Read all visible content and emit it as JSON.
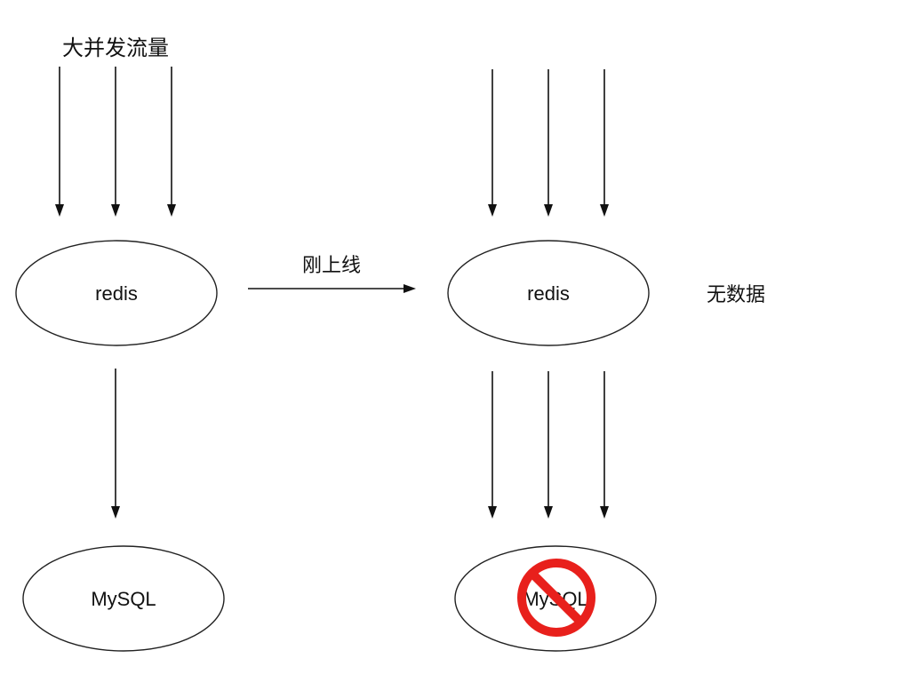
{
  "left": {
    "traffic_label": "大并发流量",
    "cache_node": "redis",
    "db_node": "MySQL"
  },
  "transition_label": "刚上线",
  "right": {
    "cache_node": "redis",
    "cache_note": "无数据",
    "db_node": "MySQL"
  },
  "icons": {
    "blocked": "prohibited-icon"
  },
  "colors": {
    "blocked_red": "#e8201c",
    "line": "#111111"
  }
}
